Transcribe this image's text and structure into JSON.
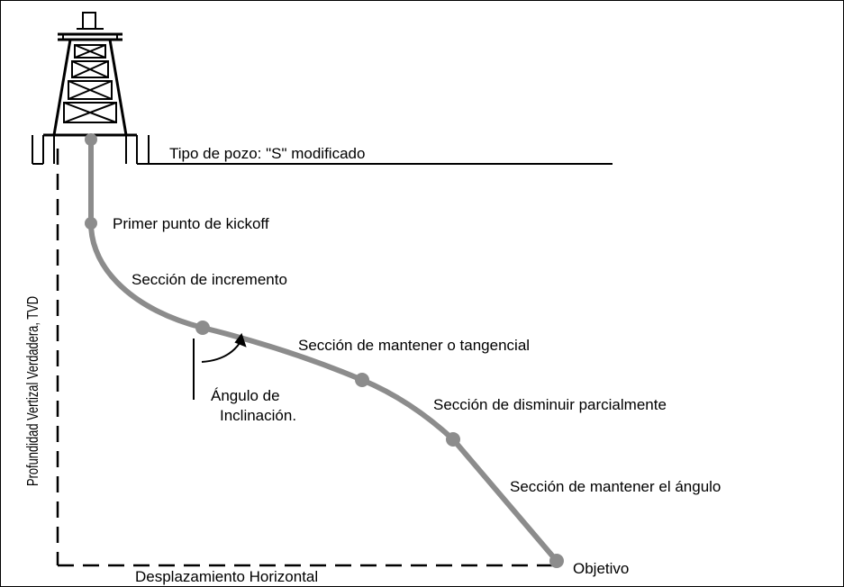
{
  "well_type_label": "Tipo de pozo: \"S\" modificado",
  "points": {
    "kickoff": "Primer punto de kickoff",
    "objective": "Objetivo"
  },
  "sections": {
    "build": "Sección de incremento",
    "hold_tangent": "Sección de mantener o tangencial",
    "partial_drop": "Sección de disminuir parcialmente",
    "hold_angle": "Sección de mantener el ángulo"
  },
  "inclination_angle": {
    "line1": "Ángulo de",
    "line2": "Inclinación."
  },
  "axes": {
    "vertical": "Profundidad Vertizal Verdadera, TVD",
    "horizontal": "Desplazamiento Horizontal"
  },
  "colors": {
    "trajectory": "#8c8c8c",
    "lines": "#000000"
  }
}
